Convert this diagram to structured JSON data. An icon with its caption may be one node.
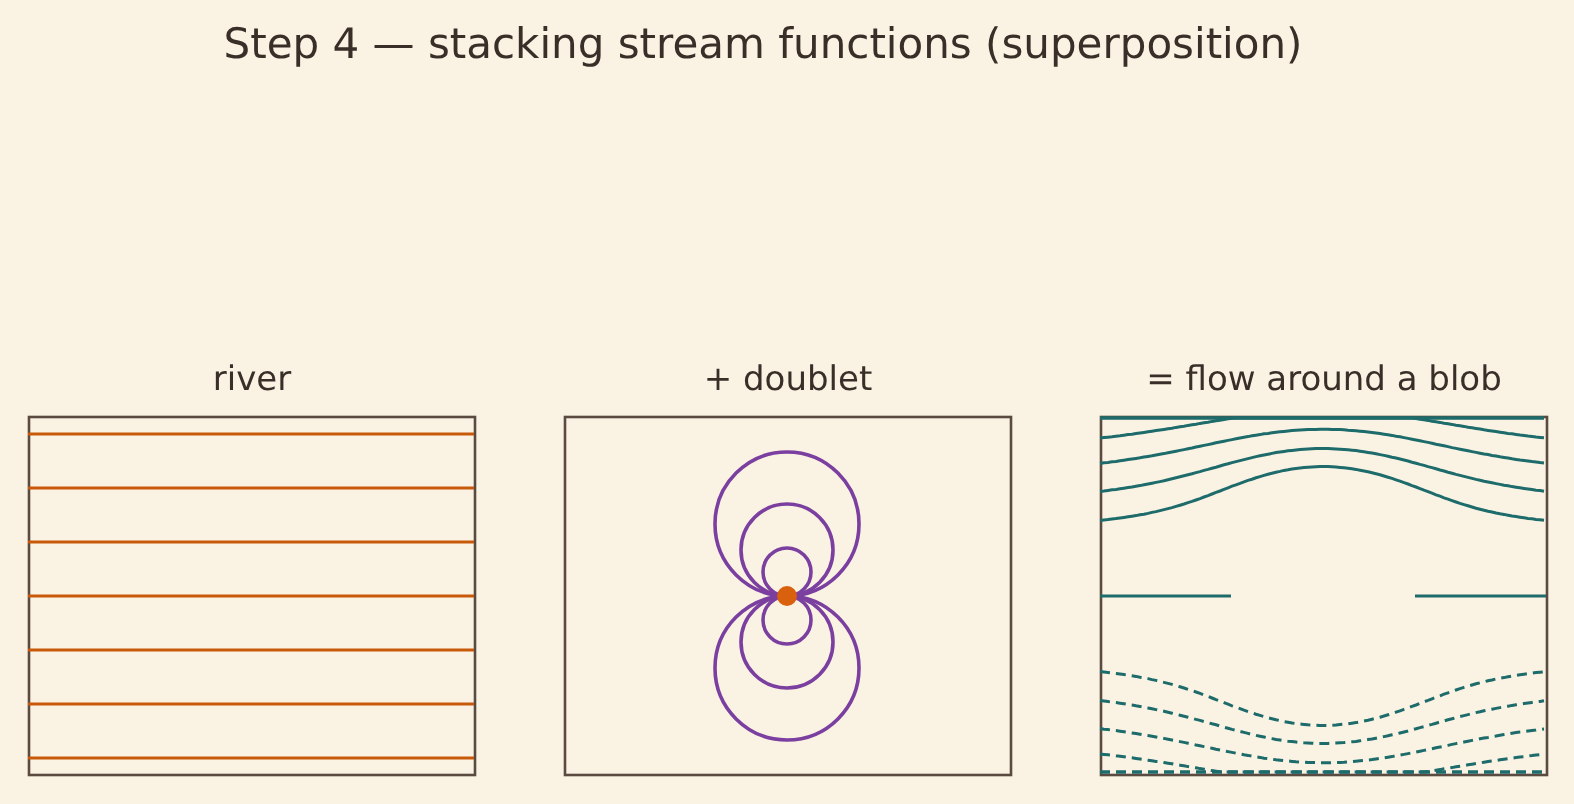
{
  "diagram": {
    "title": "Step 4 — stacking stream functions (superposition)",
    "nodes": [
      {
        "text": [
          "river"
        ]
      },
      {
        "text": [
          "+ doublet"
        ]
      },
      {
        "text": [
          "= flow around a blob"
        ]
      }
    ],
    "edges": []
  }
}
